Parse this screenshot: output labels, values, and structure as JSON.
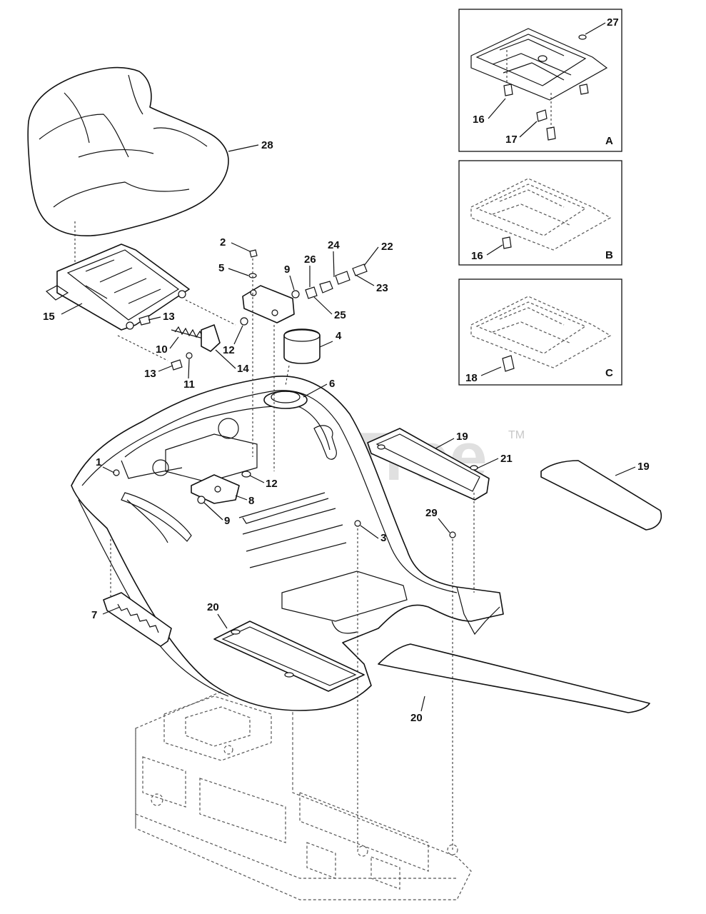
{
  "watermark": {
    "text": "PartsTree",
    "trademark": "TM"
  },
  "insets": [
    {
      "letter": "A",
      "callouts": [
        "27",
        "16",
        "17"
      ]
    },
    {
      "letter": "B",
      "callouts": [
        "16"
      ]
    },
    {
      "letter": "C",
      "callouts": [
        "18"
      ]
    }
  ],
  "callouts": {
    "c1": "1",
    "c2": "2",
    "c3": "3",
    "c4": "4",
    "c5": "5",
    "c6": "6",
    "c7": "7",
    "c8": "8",
    "c9a": "9",
    "c9b": "9",
    "c10": "10",
    "c11": "11",
    "c12a": "12",
    "c12b": "12",
    "c13a": "13",
    "c13b": "13",
    "c14": "14",
    "c15": "15",
    "c19a": "19",
    "c19b": "19",
    "c20a": "20",
    "c20b": "20",
    "c21": "21",
    "c22": "22",
    "c23": "23",
    "c24": "24",
    "c25": "25",
    "c26": "26",
    "c28": "28",
    "c29": "29"
  },
  "colors": {
    "line": "#111111",
    "watermark": "#c8c8c8",
    "background": "#ffffff"
  }
}
